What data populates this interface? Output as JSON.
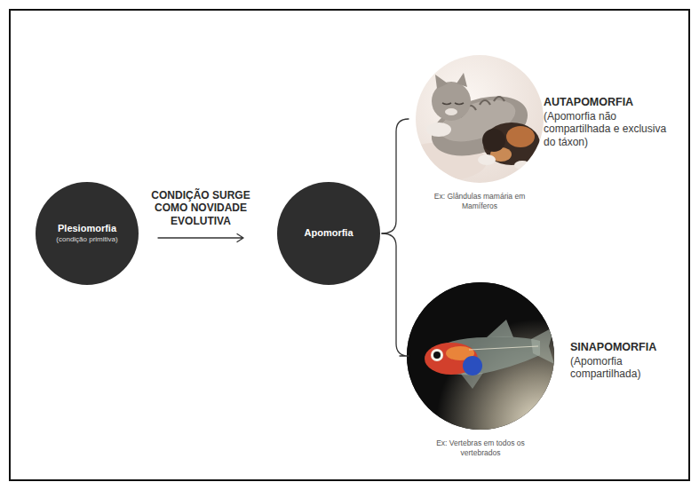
{
  "diagram": {
    "nodes": [
      {
        "text": [
          "Plesiomorfia",
          "(condição primitiva)"
        ]
      },
      {
        "text": [
          "Apomorfia"
        ]
      },
      {
        "text": [
          "AUTAPOMORFIA",
          "(Apomorfia não compartilhada e exclusiva do táxon)",
          "Ex: Glândulas mamária em Mamíferos"
        ]
      },
      {
        "text": [
          "SINAPOMORFIA",
          "(Apomorfia compartilhada)",
          "Ex: Vertebras em todos os vertebrados"
        ]
      }
    ],
    "edges": [
      {
        "from": 0,
        "to": 1,
        "label": "CONDIÇÃO SURGE COMO NOVIDADE EVOLUTIVA",
        "arrow": "to"
      },
      {
        "from": 1,
        "to": 2,
        "arrow": "none"
      },
      {
        "from": 1,
        "to": 3,
        "arrow": "none"
      }
    ]
  }
}
